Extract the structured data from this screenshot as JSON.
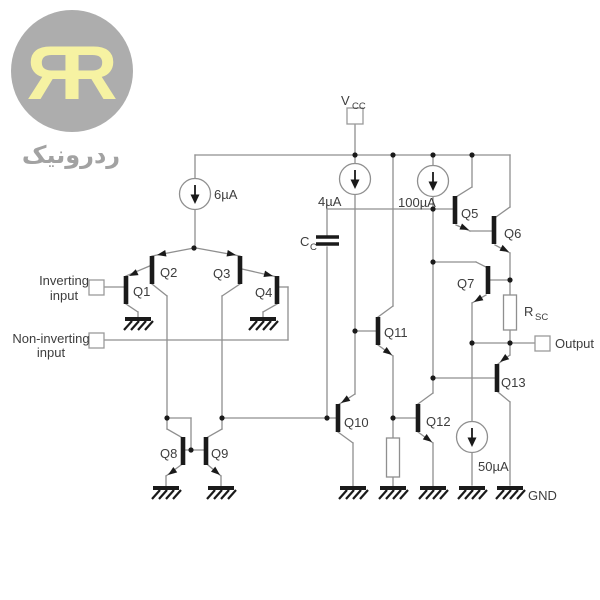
{
  "logo": {
    "letter_left": "R",
    "letter_right": "R",
    "wordmark": "ردرونیک"
  },
  "schematic": {
    "power": {
      "vcc_main": "V",
      "vcc_sub": "CC",
      "gnd_label": "GND"
    },
    "current_sources": {
      "i_6ua": "6µA",
      "i_4ua": "4µA",
      "i_100ua": "100µA",
      "i_50ua": "50µA"
    },
    "transistors": {
      "q1": "Q1",
      "q2": "Q2",
      "q3": "Q3",
      "q4": "Q4",
      "q5": "Q5",
      "q6": "Q6",
      "q7": "Q7",
      "q8": "Q8",
      "q9": "Q9",
      "q10": "Q10",
      "q11": "Q11",
      "q12": "Q12",
      "q13": "Q13"
    },
    "passives": {
      "cap_main": "C",
      "cap_sub": "C",
      "res_main": "R",
      "res_sub": "SC"
    },
    "ports": {
      "inverting_l1": "Inverting",
      "inverting_l2": "input",
      "noninverting_l1": "Non-inverting",
      "noninverting_l2": "input",
      "output": "Output"
    }
  },
  "colors": {
    "wire": "#8f8f8f",
    "ink": "#1a1a1a",
    "text": "#3d3d3d",
    "logo_circle": "#adadad",
    "logo_letters": "#f6f2a2",
    "logo_wordmark": "#a2a2a2"
  }
}
